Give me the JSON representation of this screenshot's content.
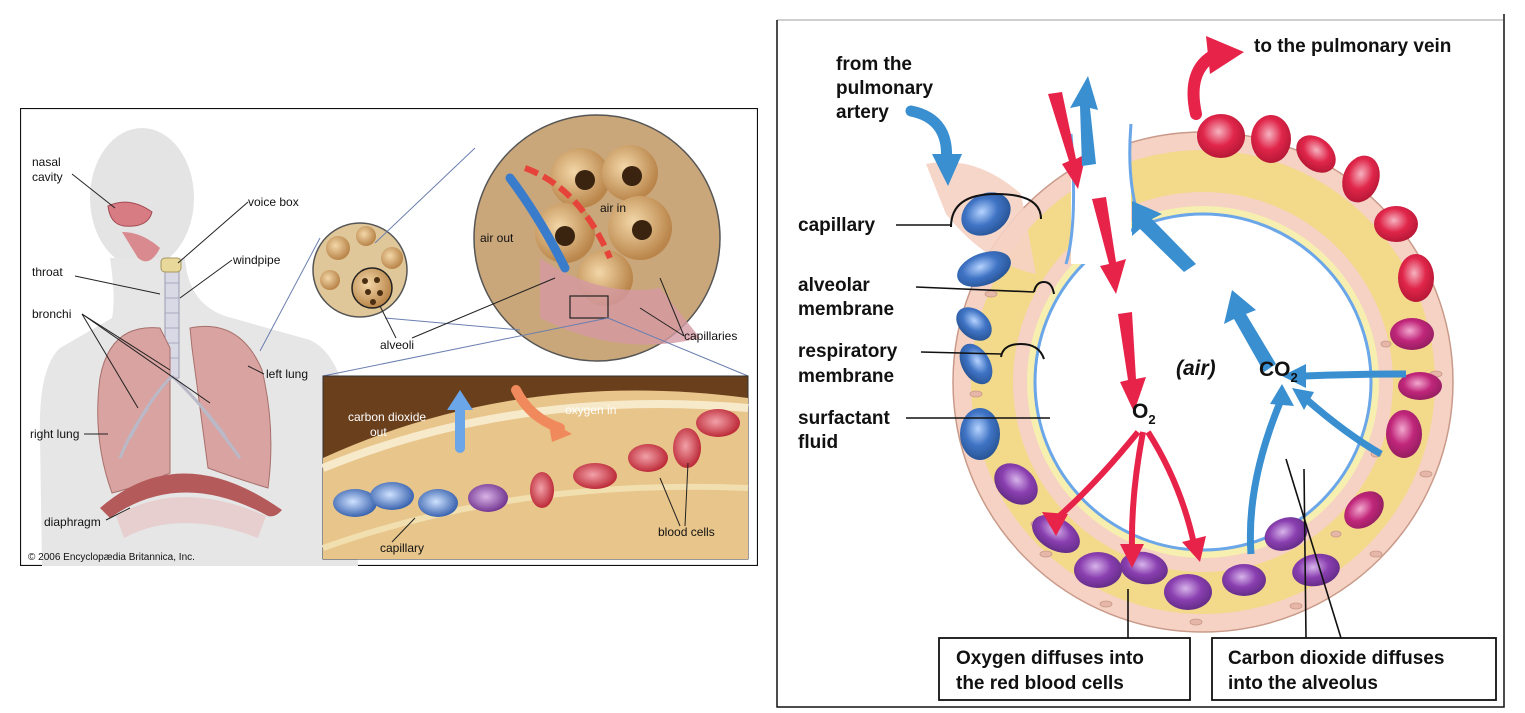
{
  "left_panel": {
    "labels": {
      "nasal": [
        "nasal",
        "cavity"
      ],
      "voice_box": "voice box",
      "windpipe": "windpipe",
      "throat": "throat",
      "bronchi": "bronchi",
      "left_lung": "left lung",
      "right_lung": "right lung",
      "diaphragm": "diaphragm",
      "alveoli": "alveoli",
      "capillaries": "capillaries",
      "air_in": "air in",
      "air_out": "air out",
      "co2_out": [
        "carbon dioxide",
        "out"
      ],
      "oxygen_in": "oxygen in",
      "blood_cells": "blood cells",
      "capillary": "capillary"
    },
    "copyright": "© 2006 Encyclopædia Britannica, Inc."
  },
  "right_panel": {
    "labels": {
      "from_artery": [
        "from the",
        "pulmonary",
        "artery"
      ],
      "to_vein": "to the pulmonary vein",
      "capillary": "capillary",
      "alveolar_membrane": [
        "alveolar",
        "membrane"
      ],
      "respiratory_membrane": [
        "respiratory",
        "membrane"
      ],
      "surfactant_fluid": [
        "surfactant",
        "fluid"
      ],
      "air": "(air)",
      "o2": "O",
      "o2_sub": "2",
      "co2": "CO",
      "co2_sub": "2"
    },
    "boxes": {
      "oxygen": [
        "Oxygen diffuses into",
        "the red blood cells"
      ],
      "carbon": [
        "Carbon dioxide diffuses",
        "into the alveolus"
      ]
    }
  },
  "colors": {
    "oxygen_arrow": "#e8234a",
    "co2_arrow": "#3a8fd0",
    "plasma": "#f3d98a",
    "tissue": "#f5d2c3",
    "rbc_oxygenated": "#d81e3f",
    "rbc_deoxygenated": "#3f73c4",
    "rbc_purple": "#8a3fb0"
  }
}
